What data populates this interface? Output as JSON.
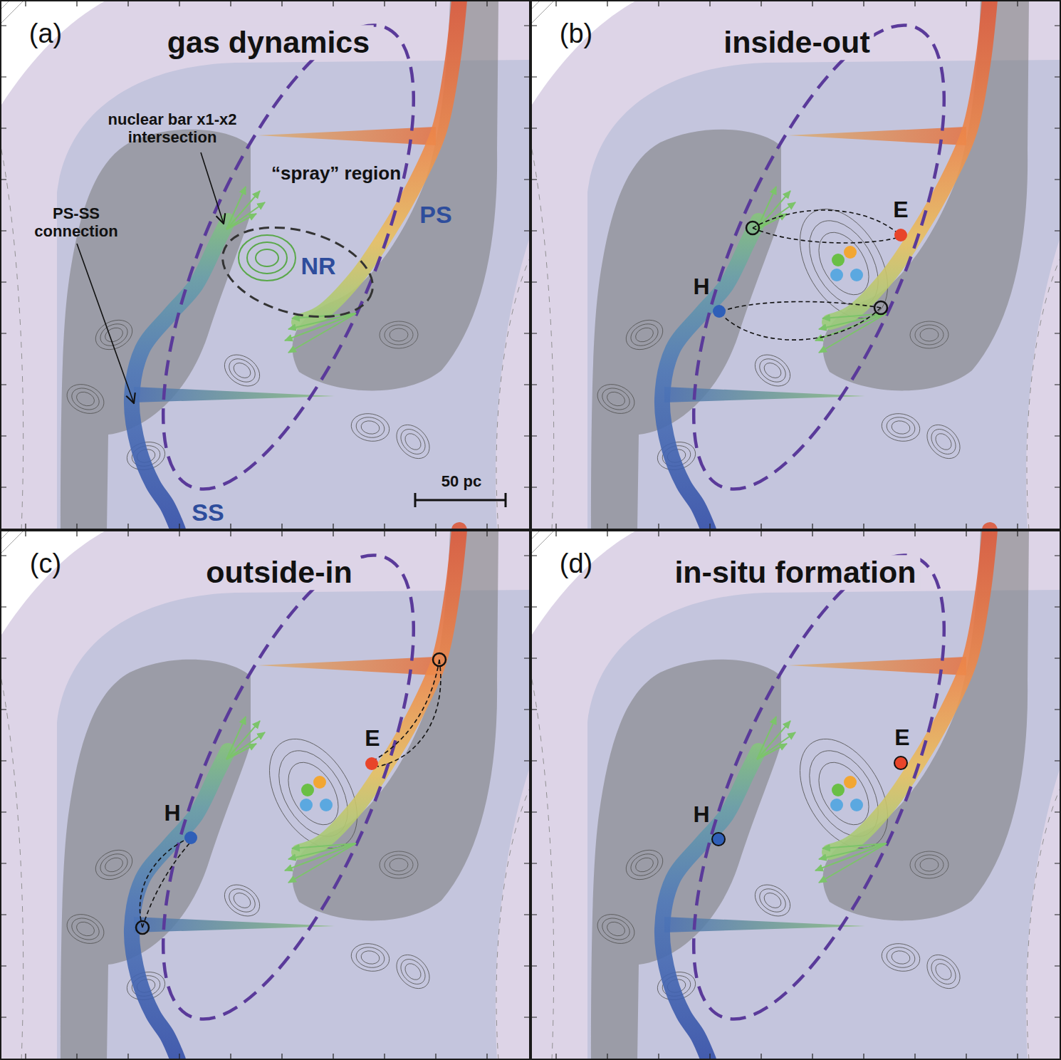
{
  "diagram": {
    "nodes": [
      {
        "text": [
          "(a)",
          "gas dynamics"
        ]
      },
      {
        "text": [
          "(b)",
          "inside-out"
        ]
      },
      {
        "text": [
          "(c)",
          "outside-in"
        ]
      },
      {
        "text": [
          "(d)",
          "in-situ formation"
        ]
      }
    ],
    "labels": [
      "nuclear bar x1-x2 intersection",
      "“spray” region",
      "PS",
      "NR",
      "PS-SS connection",
      "SS",
      "50 pc",
      "E",
      "H",
      "E",
      "H",
      "E",
      "H"
    ]
  }
}
